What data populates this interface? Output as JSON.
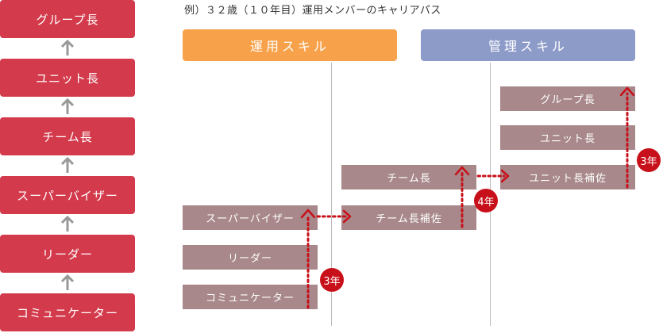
{
  "ladder": [
    {
      "id": "group-leader",
      "label": "グループ長"
    },
    {
      "id": "unit-leader",
      "label": "ユニット長"
    },
    {
      "id": "team-leader",
      "label": "チーム長"
    },
    {
      "id": "supervisor",
      "label": "スーパーバイザー"
    },
    {
      "id": "leader",
      "label": "リーダー"
    },
    {
      "id": "communicator",
      "label": "コミュニケーター"
    }
  ],
  "title": "例）３２歳（１０年目）運用メンバーのキャリアパス",
  "headers": {
    "ops": "運用スキル",
    "mgmt": "管理スキル"
  },
  "roles": {
    "communicator": "コミュニケーター",
    "leader": "リーダー",
    "supervisor": "スーパーバイザー",
    "team_lead_asst": "チーム長補佐",
    "team_lead": "チーム長",
    "unit_lead_asst": "ユニット長補佐",
    "unit_lead": "ユニット長",
    "group_lead": "グループ長"
  },
  "badges": {
    "b1": "3年",
    "b2": "4年",
    "b3": "3年"
  },
  "colors": {
    "ladder": "#d33a4b",
    "ops_header": "#f7a24a",
    "mgmt_header": "#8d9bc8",
    "role": "#a8888a",
    "path": "#c8101a"
  }
}
